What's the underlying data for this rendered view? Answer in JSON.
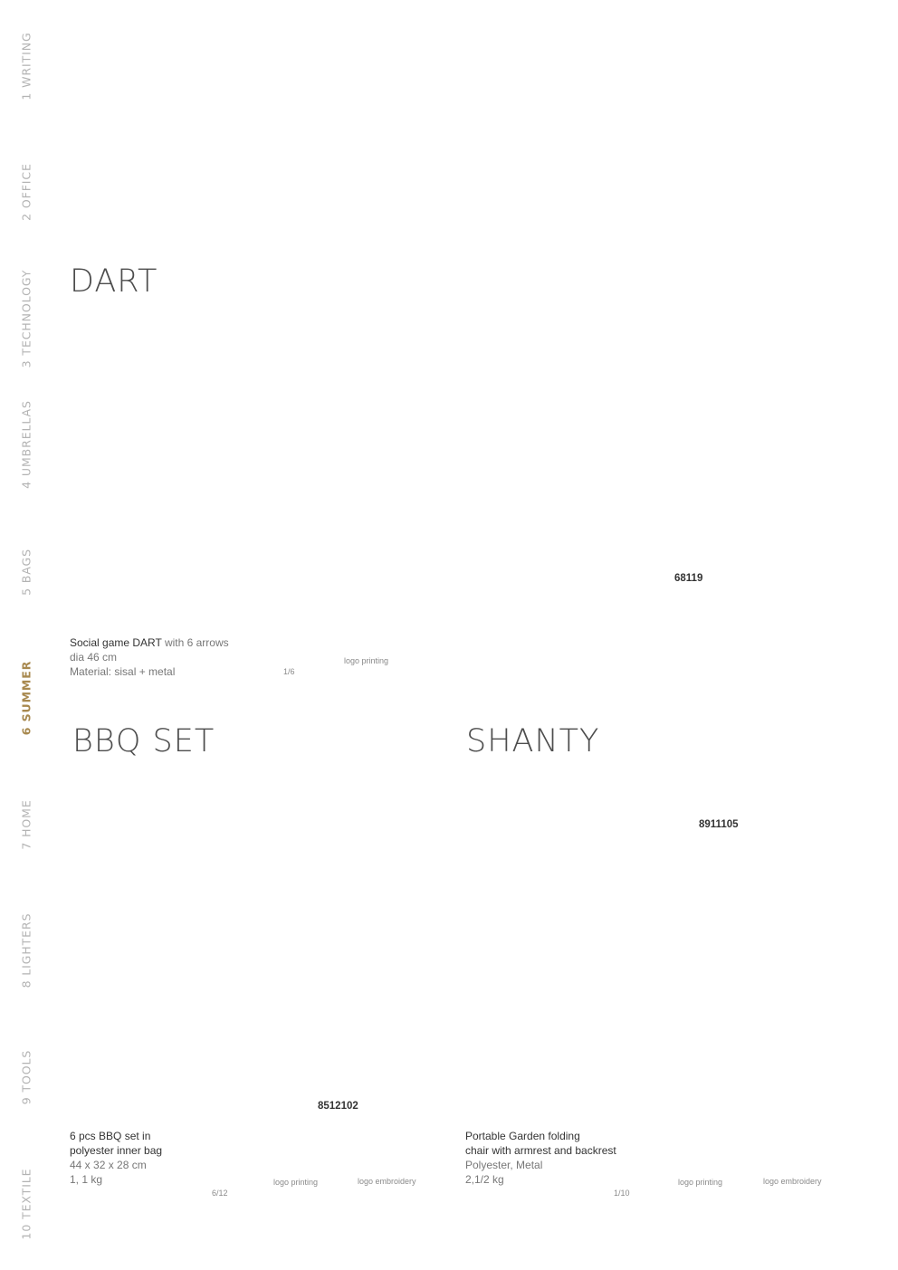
{
  "side_nav": {
    "items": [
      {
        "label": "1 WRITING"
      },
      {
        "label": "2 OFFICE"
      },
      {
        "label": "3 TECHNOLOGY"
      },
      {
        "label": "4 UMBRELLAS"
      },
      {
        "label": "5 BAGS"
      },
      {
        "label": "6 SUMMER"
      },
      {
        "label": "7 HOME"
      },
      {
        "label": "8 LIGHTERS"
      },
      {
        "label": "9 TOOLS"
      },
      {
        "label": "10 TEXTILE"
      }
    ],
    "active_color": "#a8894f",
    "inactive_color": "#b3b3b3"
  },
  "products": {
    "dart": {
      "title": "DART",
      "code": "68119",
      "desc_line1_bold": "Social game DART",
      "desc_line1_rest": " with 6 arrows",
      "desc_line2": "dia 46 cm",
      "desc_line3": "Material: sisal + metal",
      "packing": "1/6",
      "branding_1": "logo printing"
    },
    "bbq": {
      "title": "BBQ SET",
      "code": "8512102",
      "desc_line1": "6 pcs BBQ set in",
      "desc_line2": "polyester inner bag",
      "desc_line3": "44 x 32 x 28 cm",
      "desc_line4": "1, 1 kg",
      "packing": "6/12",
      "branding_1": "logo printing",
      "branding_2": "logo embroidery"
    },
    "shanty": {
      "title": "SHANTY",
      "code": "8911105",
      "desc_line1": "Portable Garden folding",
      "desc_line2": "chair with armrest and backrest",
      "desc_line3": "Polyester, Metal",
      "desc_line4": "2,1/2 kg",
      "packing": "1/10",
      "branding_1": "logo printing",
      "branding_2": "logo embroidery"
    }
  }
}
